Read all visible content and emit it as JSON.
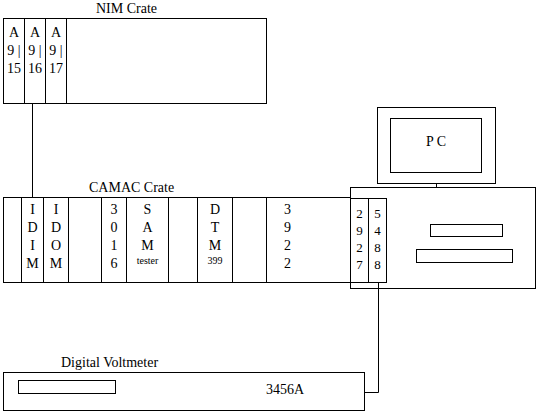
{
  "diagram": {
    "nodes": [
      {
        "text": [
          "NIM Crate"
        ]
      },
      {
        "text": [
          "A 9 | 15"
        ],
        "in": 0
      },
      {
        "text": [
          "A 9 | 16"
        ],
        "in": 0
      },
      {
        "text": [
          "A 9 | 17"
        ],
        "in": 0
      },
      {
        "text": [
          "CAMAC Crate"
        ]
      },
      {
        "text": [
          "I D I M"
        ],
        "in": 4
      },
      {
        "text": [
          "I D O M"
        ],
        "in": 4
      },
      {
        "text": [
          "3 0 1 6"
        ],
        "in": 4
      },
      {
        "text": [
          "S A M",
          "tester"
        ],
        "in": 4
      },
      {
        "text": [
          "D T M",
          "399"
        ],
        "in": 4
      },
      {
        "text": [
          "3 9 2 2"
        ],
        "in": 4
      },
      {
        "text": [
          "P C"
        ]
      },
      {
        "text": [
          "2 9 2 7"
        ]
      },
      {
        "text": [
          "5 4 8 8"
        ]
      },
      {
        "text": [
          "Digital Voltmeter",
          "3456A"
        ]
      }
    ],
    "edges": [
      {
        "from": 0,
        "to": 4,
        "arrow": "none"
      },
      {
        "from": 13,
        "to": 14,
        "arrow": "none"
      }
    ]
  }
}
